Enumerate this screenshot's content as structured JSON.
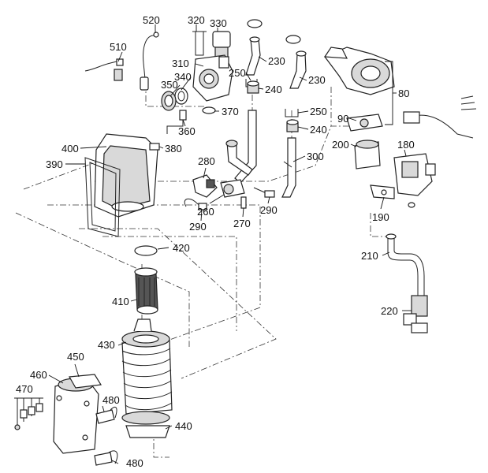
{
  "labels": {
    "l520": "520",
    "l320": "320",
    "l330": "330",
    "l510": "510",
    "l310": "310",
    "l230a": "230",
    "l230b": "230",
    "l250a": "250",
    "l240a": "240",
    "l350": "350",
    "l340": "340",
    "l370": "370",
    "l360": "360",
    "l250b": "250",
    "l240b": "240",
    "l80": "80",
    "l90": "90",
    "l400": "400",
    "l380": "380",
    "l390": "390",
    "l280": "280",
    "l300": "300",
    "l200": "200",
    "l180": "180",
    "l260": "260",
    "l290a": "290",
    "l270": "270",
    "l290b": "290",
    "l190": "190",
    "l420": "420",
    "l210": "210",
    "l410": "410",
    "l220": "220",
    "l430": "430",
    "l450": "450",
    "l460": "460",
    "l470": "470",
    "l480a": "480",
    "l440": "440",
    "l480b": "480"
  },
  "colors": {
    "line": "#222222",
    "shading": "#d9d9d9",
    "background": "#ffffff"
  }
}
